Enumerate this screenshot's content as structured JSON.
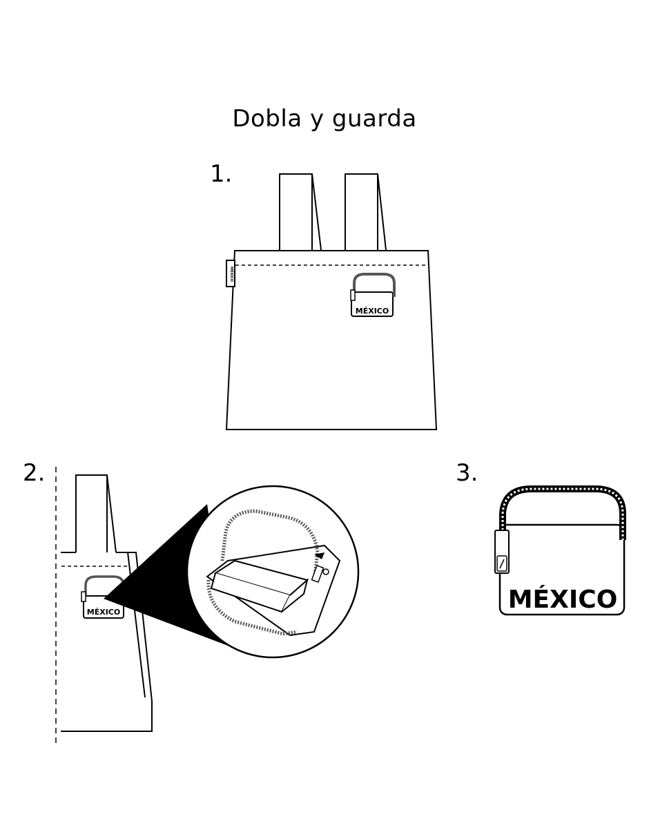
{
  "title": "Dobla y guarda",
  "steps": [
    {
      "number": "1."
    },
    {
      "number": "2."
    },
    {
      "number": "3."
    }
  ],
  "logo_text": "MÉXICO",
  "label_text": "MÉXICO",
  "colors": {
    "line": "#000000",
    "background": "#ffffff",
    "zipper": "#555555"
  }
}
